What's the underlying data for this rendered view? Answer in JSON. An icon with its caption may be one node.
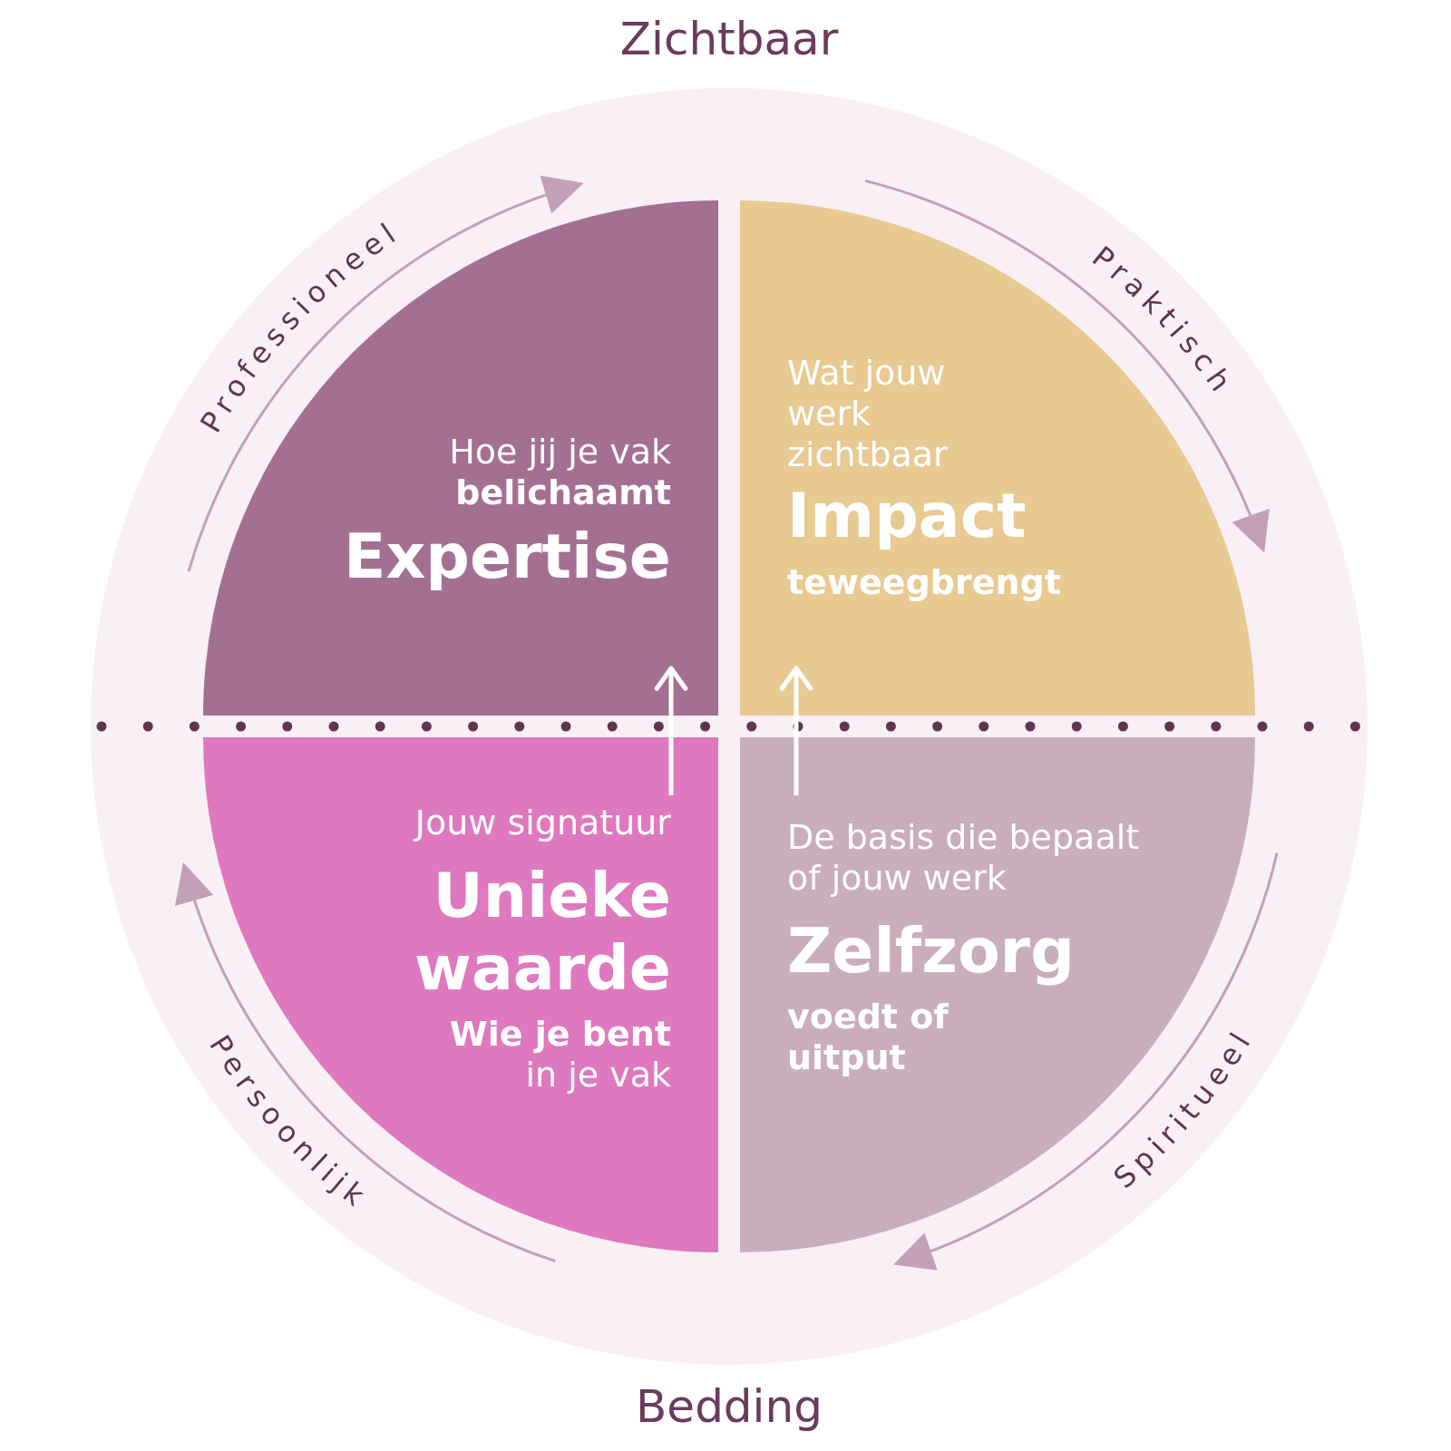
{
  "diagram": {
    "nodes": [
      {
        "text": [
          "Hoe jij je vak **belichaamt**",
          "Expertise"
        ]
      },
      {
        "text": [
          "Wat jouw werk zichtbaar",
          "Impact",
          "teweegbrengt"
        ]
      },
      {
        "text": [
          "Jouw signatuur",
          "Unieke waarde",
          "**Wie je bent** in je vak"
        ]
      },
      {
        "text": [
          "De basis die bepaalt of jouw werk",
          "Zelfzorg",
          "voedt of uitput"
        ]
      }
    ],
    "edges": [
      {
        "from": 2,
        "to": 0,
        "arrow": "to"
      },
      {
        "from": 3,
        "to": 1,
        "arrow": "to"
      }
    ],
    "labels": [
      "Zichtbaar",
      "Professioneel",
      "Praktisch",
      "Spiritueel",
      "Persoonlijk",
      "Bedding"
    ]
  }
}
